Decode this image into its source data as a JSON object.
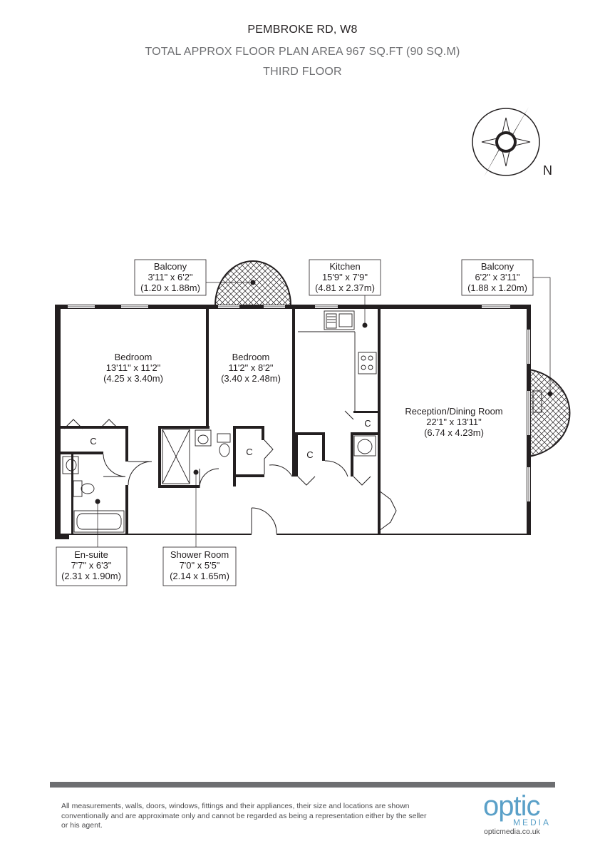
{
  "header": {
    "title": "PEMBROKE RD, W8",
    "area": "TOTAL APPROX FLOOR PLAN AREA 967 SQ.FT (90 SQ.M)",
    "floor": "THIRD FLOOR"
  },
  "compass": {
    "label": "N"
  },
  "rooms": {
    "balcony_left": {
      "name": "Balcony",
      "imperial": "3'11\" x 6'2\"",
      "metric": "(1.20 x 1.88m)"
    },
    "kitchen": {
      "name": "Kitchen",
      "imperial": "15'9\" x 7'9\"",
      "metric": "(4.81 x 2.37m)"
    },
    "balcony_right": {
      "name": "Balcony",
      "imperial": "6'2\" x 3'11\"",
      "metric": "(1.88 x 1.20m)"
    },
    "bedroom_1": {
      "name": "Bedroom",
      "imperial": "13'11\" x 11'2\"",
      "metric": "(4.25 x 3.40m)"
    },
    "bedroom_2": {
      "name": "Bedroom",
      "imperial": "11'2\" x 8'2\"",
      "metric": "(3.40 x 2.48m)"
    },
    "reception": {
      "name": "Reception/Dining Room",
      "imperial": "22'1\" x 13'11\"",
      "metric": "(6.74 x 4.23m)"
    },
    "ensuite": {
      "name": "En-suite",
      "imperial": "7'7\" x 6'3\"",
      "metric": "(2.31 x 1.90m)"
    },
    "shower": {
      "name": "Shower Room",
      "imperial": "7'0\" x 5'5\"",
      "metric": "(2.14 x 1.65m)"
    }
  },
  "cupboard_label": "C",
  "footer": {
    "disclaimer": "All measurements, walls, doors, windows, fittings and their appliances, their size and locations are shown conventionally and are approximate only and cannot be regarded as being a representation either by the seller or his agent.",
    "logo_word": "optic",
    "logo_media": "MEDIA",
    "logo_url": "opticmedia.co.uk"
  },
  "colors": {
    "wall": "#231f20",
    "subtitle": "#6d6e71",
    "brand": "#5aa0c8"
  }
}
